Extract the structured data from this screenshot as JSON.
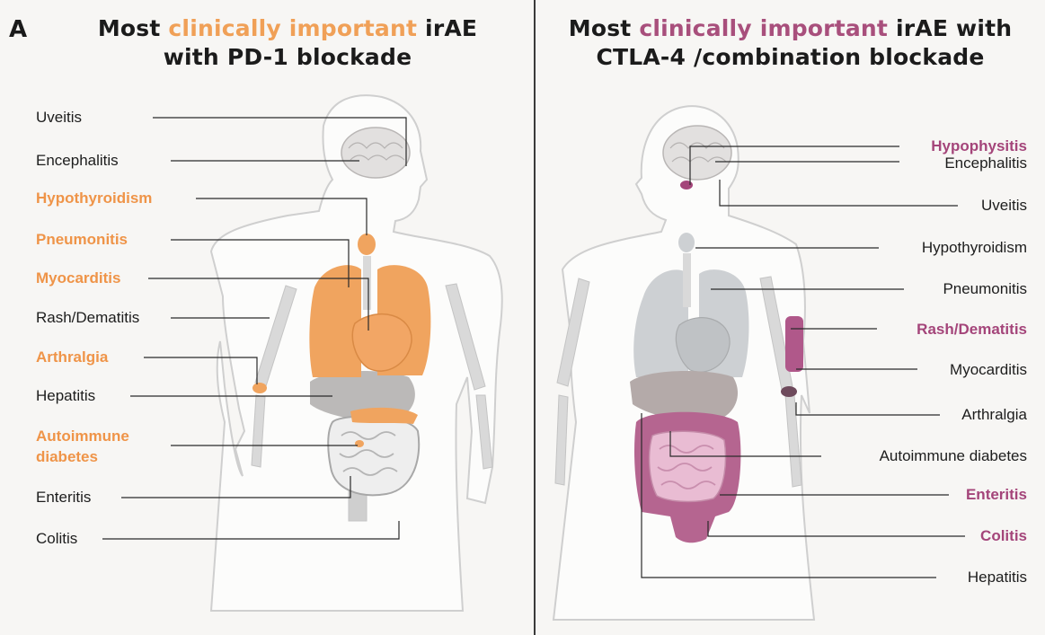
{
  "panel_letter": "A",
  "left": {
    "title_line1_pre": "Most ",
    "title_line1_hl": "clinically important",
    "title_line1_post": " irAE",
    "title_line2": "with PD-1 blockade",
    "labels": {
      "uveitis": "Uveitis",
      "encephalitis": "Encephalitis",
      "hypothyroidism": "Hypothyroidism",
      "pneumonitis": "Pneumonitis",
      "myocarditis": "Myocarditis",
      "rash": "Rash/Dematitis",
      "arthralgia": "Arthralgia",
      "hepatitis": "Hepatitis",
      "diabetes_line1": "Autoimmune",
      "diabetes_line2": "diabetes",
      "enteritis": "Enteritis",
      "colitis": "Colitis"
    }
  },
  "right": {
    "title_line1_pre": "Most ",
    "title_line1_hl": "clinically important",
    "title_line1_post": " irAE with",
    "title_line2": "CTLA-4 /combination blockade",
    "labels": {
      "hypophysitis": "Hypophysitis",
      "encephalitis": "Encephalitis",
      "uveitis": "Uveitis",
      "hypothyroidism": "Hypothyroidism",
      "pneumonitis": "Pneumonitis",
      "rash": "Rash/Dematitis",
      "myocarditis": "Myocarditis",
      "arthralgia": "Arthralgia",
      "diabetes": "Autoimmune diabetes",
      "enteritis": "Enteritis",
      "colitis": "Colitis",
      "hepatitis": "Hepatitis"
    }
  },
  "colors": {
    "pd1_highlight": "#ef9448",
    "ctla4_highlight": "#a4457a",
    "divider": "#3a3a3a"
  }
}
